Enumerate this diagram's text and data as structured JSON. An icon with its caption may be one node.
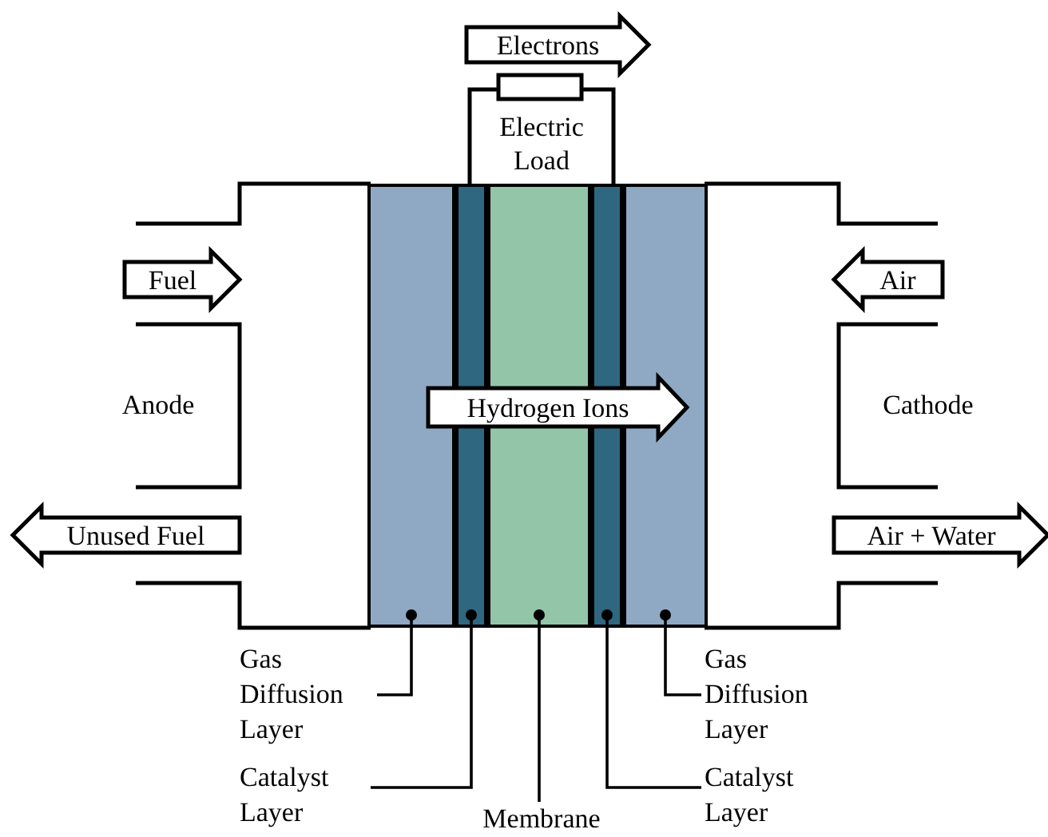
{
  "diagram": {
    "nodes": [
      {
        "text": [
          "Anode"
        ]
      },
      {
        "text": [
          "Cathode"
        ]
      },
      {
        "text": [
          "Electric Load"
        ]
      },
      {
        "text": [
          "Electrons"
        ]
      },
      {
        "text": [
          "Fuel"
        ],
        "in": 0
      },
      {
        "text": [
          "Air"
        ],
        "in": 1
      },
      {
        "text": [
          "Hydrogen Ions"
        ]
      },
      {
        "text": [
          "Unused Fuel"
        ]
      },
      {
        "text": [
          "Air + Water"
        ]
      },
      {
        "text": [],
        "shape": "bar"
      },
      {
        "text": [],
        "shape": "bar"
      },
      {
        "text": [],
        "shape": "bar"
      },
      {
        "text": [],
        "shape": "bar"
      },
      {
        "text": [],
        "shape": "bar"
      },
      {
        "text": [
          "Gas Diffusion Layer"
        ]
      },
      {
        "text": [
          "Catalyst Layer"
        ]
      },
      {
        "text": [
          "Membrane"
        ]
      },
      {
        "text": [
          "Catalyst Layer"
        ]
      },
      {
        "text": [
          "Gas Diffusion Layer"
        ]
      }
    ],
    "edges": [
      {
        "from": 14,
        "to": 9,
        "arrow": "other"
      },
      {
        "from": 15,
        "to": 10,
        "arrow": "other"
      },
      {
        "from": 16,
        "to": 11,
        "arrow": "other"
      },
      {
        "from": 17,
        "to": 12,
        "arrow": "other"
      },
      {
        "from": 18,
        "to": 13,
        "arrow": "other"
      }
    ]
  }
}
